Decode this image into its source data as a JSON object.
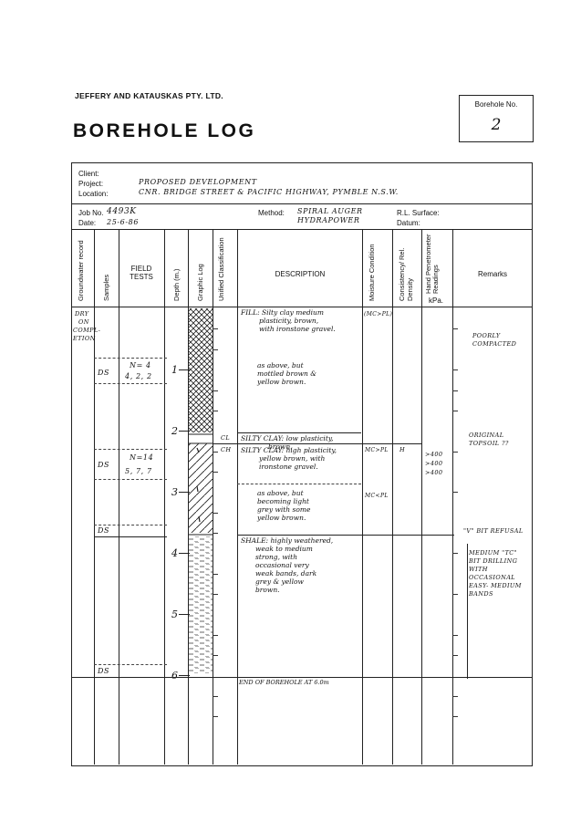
{
  "header": {
    "company": "JEFFERY AND KATAUSKAS PTY. LTD.",
    "title": "BOREHOLE LOG",
    "borehole_label": "Borehole No.",
    "borehole_no": "2"
  },
  "info": {
    "client_label": "Client:",
    "project_label": "Project:",
    "project": "PROPOSED DEVELOPMENT",
    "location_label": "Location:",
    "location": "CNR. BRIDGE STREET & PACIFIC HIGHWAY, PYMBLE N.S.W.",
    "jobno_label": "Job No.",
    "jobno": "4493K",
    "date_label": "Date:",
    "date": "25-6-86",
    "method_label": "Method:",
    "method_1": "SPIRAL AUGER",
    "method_2": "HYDRAPOWER",
    "rl_label": "R.L. Surface:",
    "datum_label": "Datum:"
  },
  "columns": {
    "groundwater": "Groundwater record",
    "samples": "Samples",
    "field_tests": "FIELD TESTS",
    "depth": "Depth (m.)",
    "graphic": "Graphic Log",
    "unified": "Unified Classification",
    "description": "DESCRIPTION",
    "moisture": "Moisture Condition",
    "consistency": "Consistency/ Rel. Density",
    "penetrometer": "Hand Penetrometer Readings",
    "kpa": "kPa.",
    "remarks": "Remarks"
  },
  "log": {
    "groundwater": [
      "DRY",
      "ON",
      "COMPL-",
      "ETION"
    ],
    "samples": [
      "DS",
      "DS",
      "DS",
      "DS"
    ],
    "field_tests": [
      {
        "n": "N= 4",
        "vals": "4, 2, 2"
      },
      {
        "n": "N=14",
        "vals": "5, 7, 7"
      }
    ],
    "depths": [
      "1",
      "2",
      "3",
      "4",
      "5",
      "6"
    ],
    "unified": [
      "CL",
      "CH"
    ],
    "descriptions": [
      [
        "FILL: Silty clay medium",
        "plasticity, brown,",
        "with ironstone gravel."
      ],
      [
        "as above, but",
        "mottled brown &",
        "yellow brown."
      ],
      [
        "SILTY CLAY: low plasticity,",
        "brown."
      ],
      [
        "SILTY CLAY: high plasticity,",
        "yellow brown, with",
        "ironstone gravel."
      ],
      [
        "as above, but",
        "becoming light",
        "grey with some",
        "yellow brown."
      ],
      [
        "SHALE: highly weathered,",
        "weak to medium",
        "strong, with",
        "occasional very",
        "weak bands, dark",
        "grey & yellow",
        "brown."
      ],
      [
        "END OF BOREHOLE AT 6.0m"
      ]
    ],
    "moisture": [
      "(MC>PL)",
      "MC>PL",
      "MC<PL"
    ],
    "consistency": [
      "H"
    ],
    "penetrometer": [
      ">400",
      ">400",
      ">400"
    ],
    "remarks": [
      [
        "POORLY",
        "COMPACTED"
      ],
      [
        "ORIGINAL",
        "TOPSOIL ??"
      ],
      [
        "\"V\" BIT REFUSAL"
      ],
      [
        "MEDIUM \"TC\"",
        "BIT DRILLING",
        "WITH",
        "OCCASIONAL",
        "EASY- MEDIUM",
        "BANDS"
      ]
    ]
  }
}
